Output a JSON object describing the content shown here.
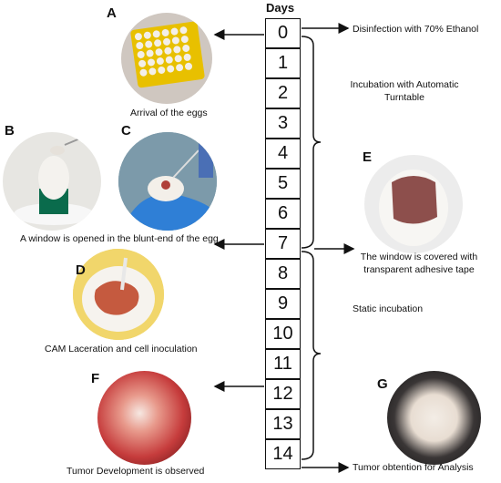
{
  "days_header": "Days",
  "days": [
    "0",
    "1",
    "2",
    "3",
    "4",
    "5",
    "6",
    "7",
    "8",
    "9",
    "10",
    "11",
    "12",
    "13",
    "14"
  ],
  "panels": {
    "A": "A",
    "B": "B",
    "C": "C",
    "D": "D",
    "E": "E",
    "F": "F",
    "G": "G"
  },
  "captions": {
    "arrival": "Arrival of the eggs",
    "window_opened": "A window is opened in the blunt-end of the egg",
    "cam_laceration": "CAM Laceration and cell inoculation",
    "tumor_development": "Tumor Development is observed"
  },
  "right_labels": {
    "disinfection": "Disinfection with 70% Ethanol",
    "incubation": "Incubation with Automatic Turntable",
    "window_covered": "The window is covered with transparent adhesive tape",
    "static": "Static incubation",
    "tumor_obtention": "Tumor obtention for Analysis"
  }
}
